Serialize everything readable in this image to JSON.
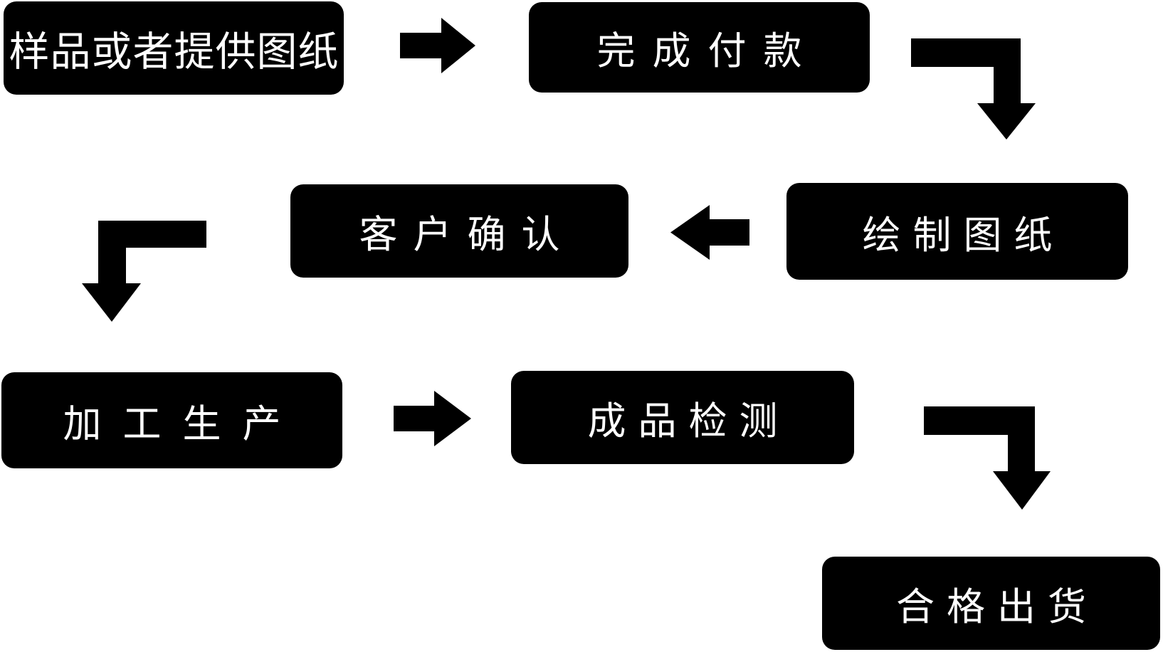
{
  "diagram": {
    "title": "production-process-flowchart",
    "colors": {
      "background": "#ffffff",
      "node_fill": "#000000",
      "node_text": "#ffffff",
      "arrow": "#000000"
    },
    "nodes": [
      {
        "id": "sample",
        "label": "样品或者提供图纸"
      },
      {
        "id": "payment",
        "label": "完成付款"
      },
      {
        "id": "draw",
        "label": "绘制图纸"
      },
      {
        "id": "confirm",
        "label": "客户确认"
      },
      {
        "id": "produce",
        "label": "加工生产"
      },
      {
        "id": "inspect",
        "label": "成品检测"
      },
      {
        "id": "ship",
        "label": "合格出货"
      }
    ],
    "arrows": [
      {
        "id": "a1",
        "icon": "arrow-right-icon",
        "from": "sample",
        "to": "payment"
      },
      {
        "id": "e1",
        "icon": "arrow-elbow-down-icon",
        "from": "payment",
        "to": "draw"
      },
      {
        "id": "a2",
        "icon": "arrow-left-icon",
        "from": "draw",
        "to": "confirm"
      },
      {
        "id": "e2",
        "icon": "arrow-elbow-down-icon",
        "from": "confirm",
        "to": "produce"
      },
      {
        "id": "a3",
        "icon": "arrow-right-icon",
        "from": "produce",
        "to": "inspect"
      },
      {
        "id": "e3",
        "icon": "arrow-elbow-down-icon",
        "from": "inspect",
        "to": "ship"
      }
    ]
  }
}
